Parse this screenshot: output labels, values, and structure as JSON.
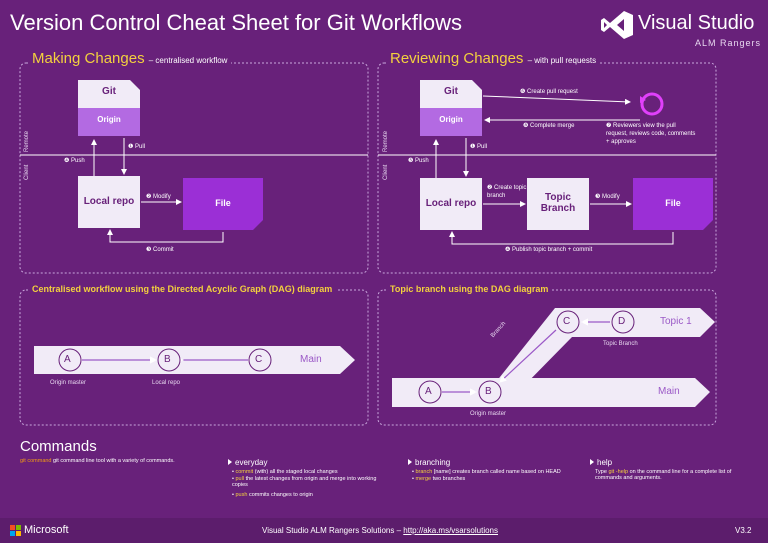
{
  "header": {
    "title": "Version Control Cheat Sheet for Git Workflows",
    "brand": "Visual Studio",
    "brand_sub": "ALM Rangers"
  },
  "making": {
    "title": "Making Changes",
    "subtitle": "– centralised workflow",
    "remote": "Remote",
    "client": "Client",
    "git": "Git",
    "origin": "Origin",
    "local": "Local repo",
    "file": "File",
    "pull": "Pull",
    "push": "Push",
    "modify": "Modify",
    "commit": "Commit",
    "n1": "1",
    "n2": "2",
    "n3": "3",
    "n4": "4"
  },
  "reviewing": {
    "title": "Reviewing Changes",
    "subtitle": "– with pull requests",
    "remote": "Remote",
    "client": "Client",
    "git": "Git",
    "origin": "Origin",
    "local": "Local repo",
    "topic": "Topic Branch",
    "file": "File",
    "pull": "Pull",
    "push": "Push",
    "create_branch": "Create topic branch",
    "modify": "Modify",
    "publish": "Publish topic branch + commit",
    "create_pr": "Create pull request",
    "complete_merge": "Complete merge",
    "reviewers": "Reviewers view the pull request, reviews code, comments + approves",
    "n1": "1",
    "n2": "2",
    "n3": "3",
    "n4": "4",
    "n5": "5",
    "n6": "6",
    "n7": "7",
    "n8": "8"
  },
  "dag_central": {
    "title": "Centralised workflow using the Directed Acyclic Graph (DAG) diagram",
    "a": "A",
    "b": "B",
    "c": "C",
    "main": "Main",
    "origin_master": "Origin master",
    "local_repo": "Local repo"
  },
  "dag_topic": {
    "title": "Topic branch using the DAG diagram",
    "a": "A",
    "b": "B",
    "c": "C",
    "d": "D",
    "topic1": "Topic 1",
    "main": "Main",
    "branch": "Branch",
    "topic_branch": "Topic Branch",
    "origin_master": "Origin master"
  },
  "commands": {
    "title": "Commands",
    "git_cmd": "git",
    "command_word": "command",
    "intro": "git command line tool with a variety of commands.",
    "everyday": {
      "head": "everyday",
      "items": [
        {
          "cmd": "commit",
          "text": "(with) all the staged local changes"
        },
        {
          "cmd": "pull",
          "text": "the latest changes from origin and merge into working copies"
        },
        {
          "cmd": "push",
          "text": "commits changes to origin"
        }
      ]
    },
    "branching": {
      "head": "branching",
      "items": [
        {
          "cmd": "branch",
          "extra": "[name]",
          "text": "creates branch called name based on HEAD"
        },
        {
          "cmd": "merge",
          "text": "two branches"
        }
      ]
    },
    "help": {
      "head": "help",
      "pre": "Type",
      "cmd": "git -help",
      "text": "on the command line for a complete list of commands and arguments."
    }
  },
  "footer": {
    "microsoft": "Microsoft",
    "solutions": "Visual Studio ALM Rangers Solutions –",
    "link": "http://aka.ms/vsarsolutions",
    "version": "V3.2"
  },
  "colors": {
    "background": "#68217a",
    "accent_yellow": "#f3d03e",
    "file_purple": "#9b2fd6",
    "origin_purple": "#b36ae2",
    "panel_light": "#f1ebf7"
  }
}
